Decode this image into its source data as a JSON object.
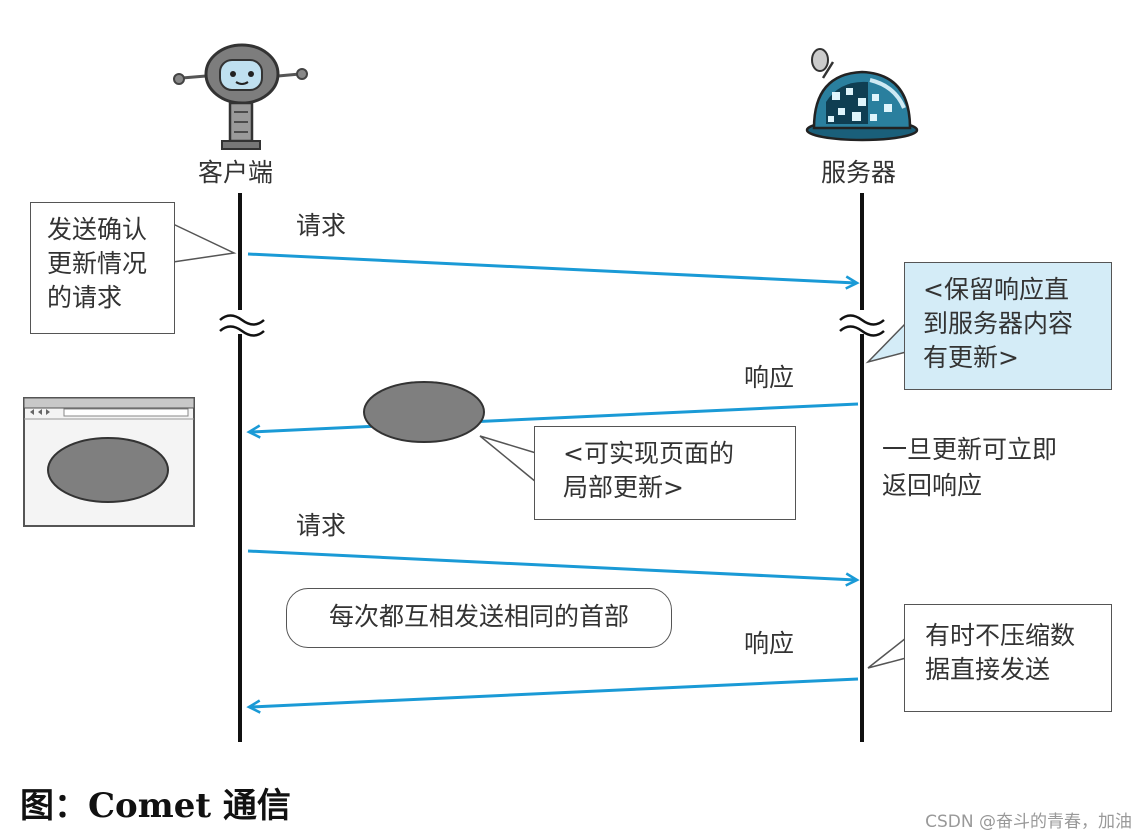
{
  "client_label": "客户端",
  "server_label": "服务器",
  "messages": {
    "request_1": "请求",
    "response_1": "响应",
    "request_2": "请求",
    "response_2": "响应"
  },
  "notes": {
    "confirm_request": [
      "发送确认",
      "更新情况",
      "的请求"
    ],
    "hold_response": [
      "<保留响应直",
      "到服务器内容",
      "有更新>"
    ],
    "partial_update": [
      "<可实现页面的",
      "局部更新>"
    ],
    "immediate_return": [
      "一旦更新可立即",
      "返回响应"
    ],
    "same_headers": "每次都互相发送相同的首部",
    "uncompressed": [
      "有时不压缩数",
      "据直接发送"
    ]
  },
  "caption": {
    "prefix": "图：",
    "title": "Comet 通信"
  },
  "watermark": "CSDN @奋斗的青春，加油",
  "colors": {
    "arrow": "#1a9ad6",
    "lifeline": "#111111",
    "note_highlight": "#d4ecf7",
    "ellipse": "#7f7f7f"
  },
  "icons": {
    "client": "robot-client-icon",
    "server": "dome-server-icon",
    "browser": "browser-window-icon"
  }
}
